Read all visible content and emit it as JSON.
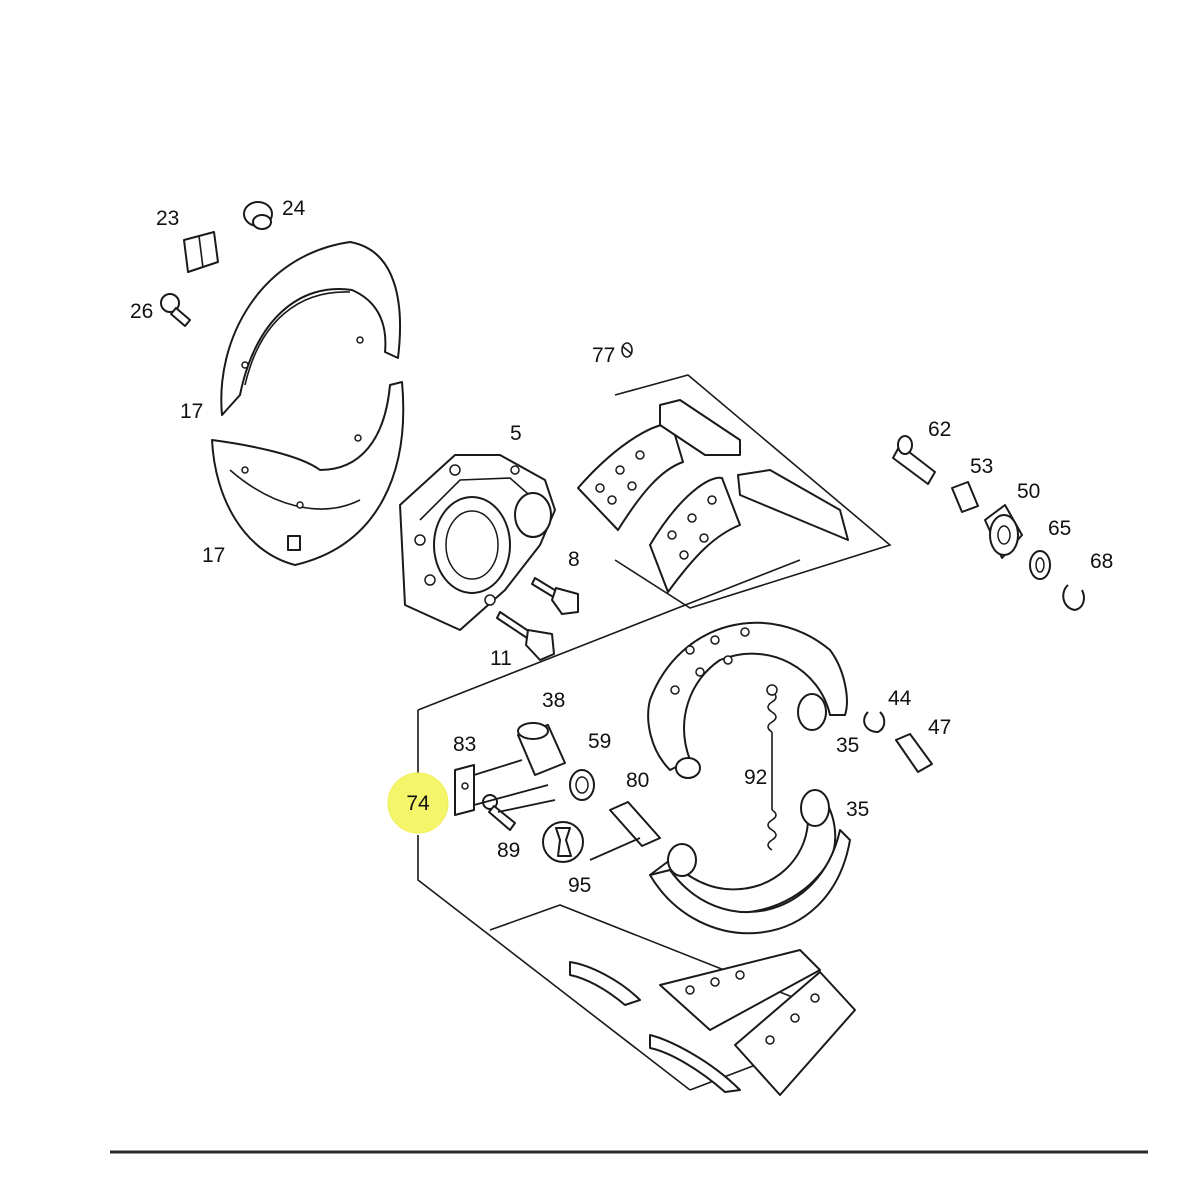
{
  "diagram": {
    "callouts": {
      "p23": "23",
      "p24": "24",
      "p26": "26",
      "p17a": "17",
      "p17b": "17",
      "p5": "5",
      "p8": "8",
      "p11": "11",
      "p77": "77",
      "p62": "62",
      "p53": "53",
      "p50": "50",
      "p65": "65",
      "p68": "68",
      "p38": "38",
      "p83": "83",
      "p59": "59",
      "p80": "80",
      "p89": "89",
      "p95": "95",
      "p44": "44",
      "p47": "47",
      "p92": "92",
      "p35a": "35",
      "p35b": "35"
    },
    "highlight": {
      "label": "74",
      "color": "#f5f56a"
    }
  }
}
